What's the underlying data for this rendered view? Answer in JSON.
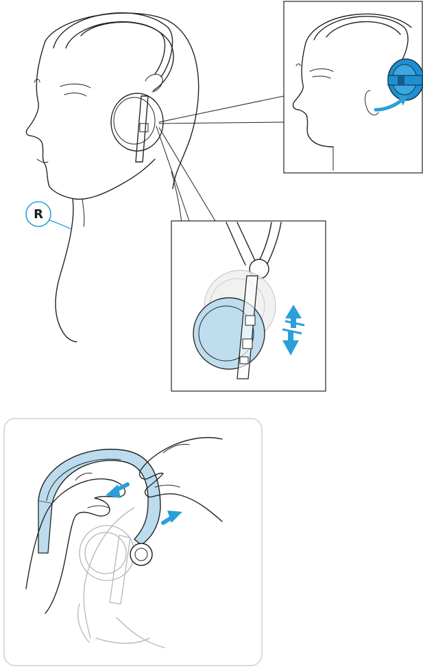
{
  "callout": {
    "side_label": "R"
  },
  "colors": {
    "accent_blue": "#2a9fd8",
    "light_blue_fill": "#bcdcee",
    "dark_blue_fill": "#1f8fd0",
    "outline": "#222222",
    "ghost_grey": "#bdbdbd",
    "panel_border": "#c8c8c8"
  },
  "icons": [
    "head-with-headphones",
    "zoom-inset-rotate-earcup",
    "zoom-inset-slide-earcup",
    "double-arrow-icon",
    "curved-arrow-icon",
    "hands-adjusting-headband"
  ]
}
